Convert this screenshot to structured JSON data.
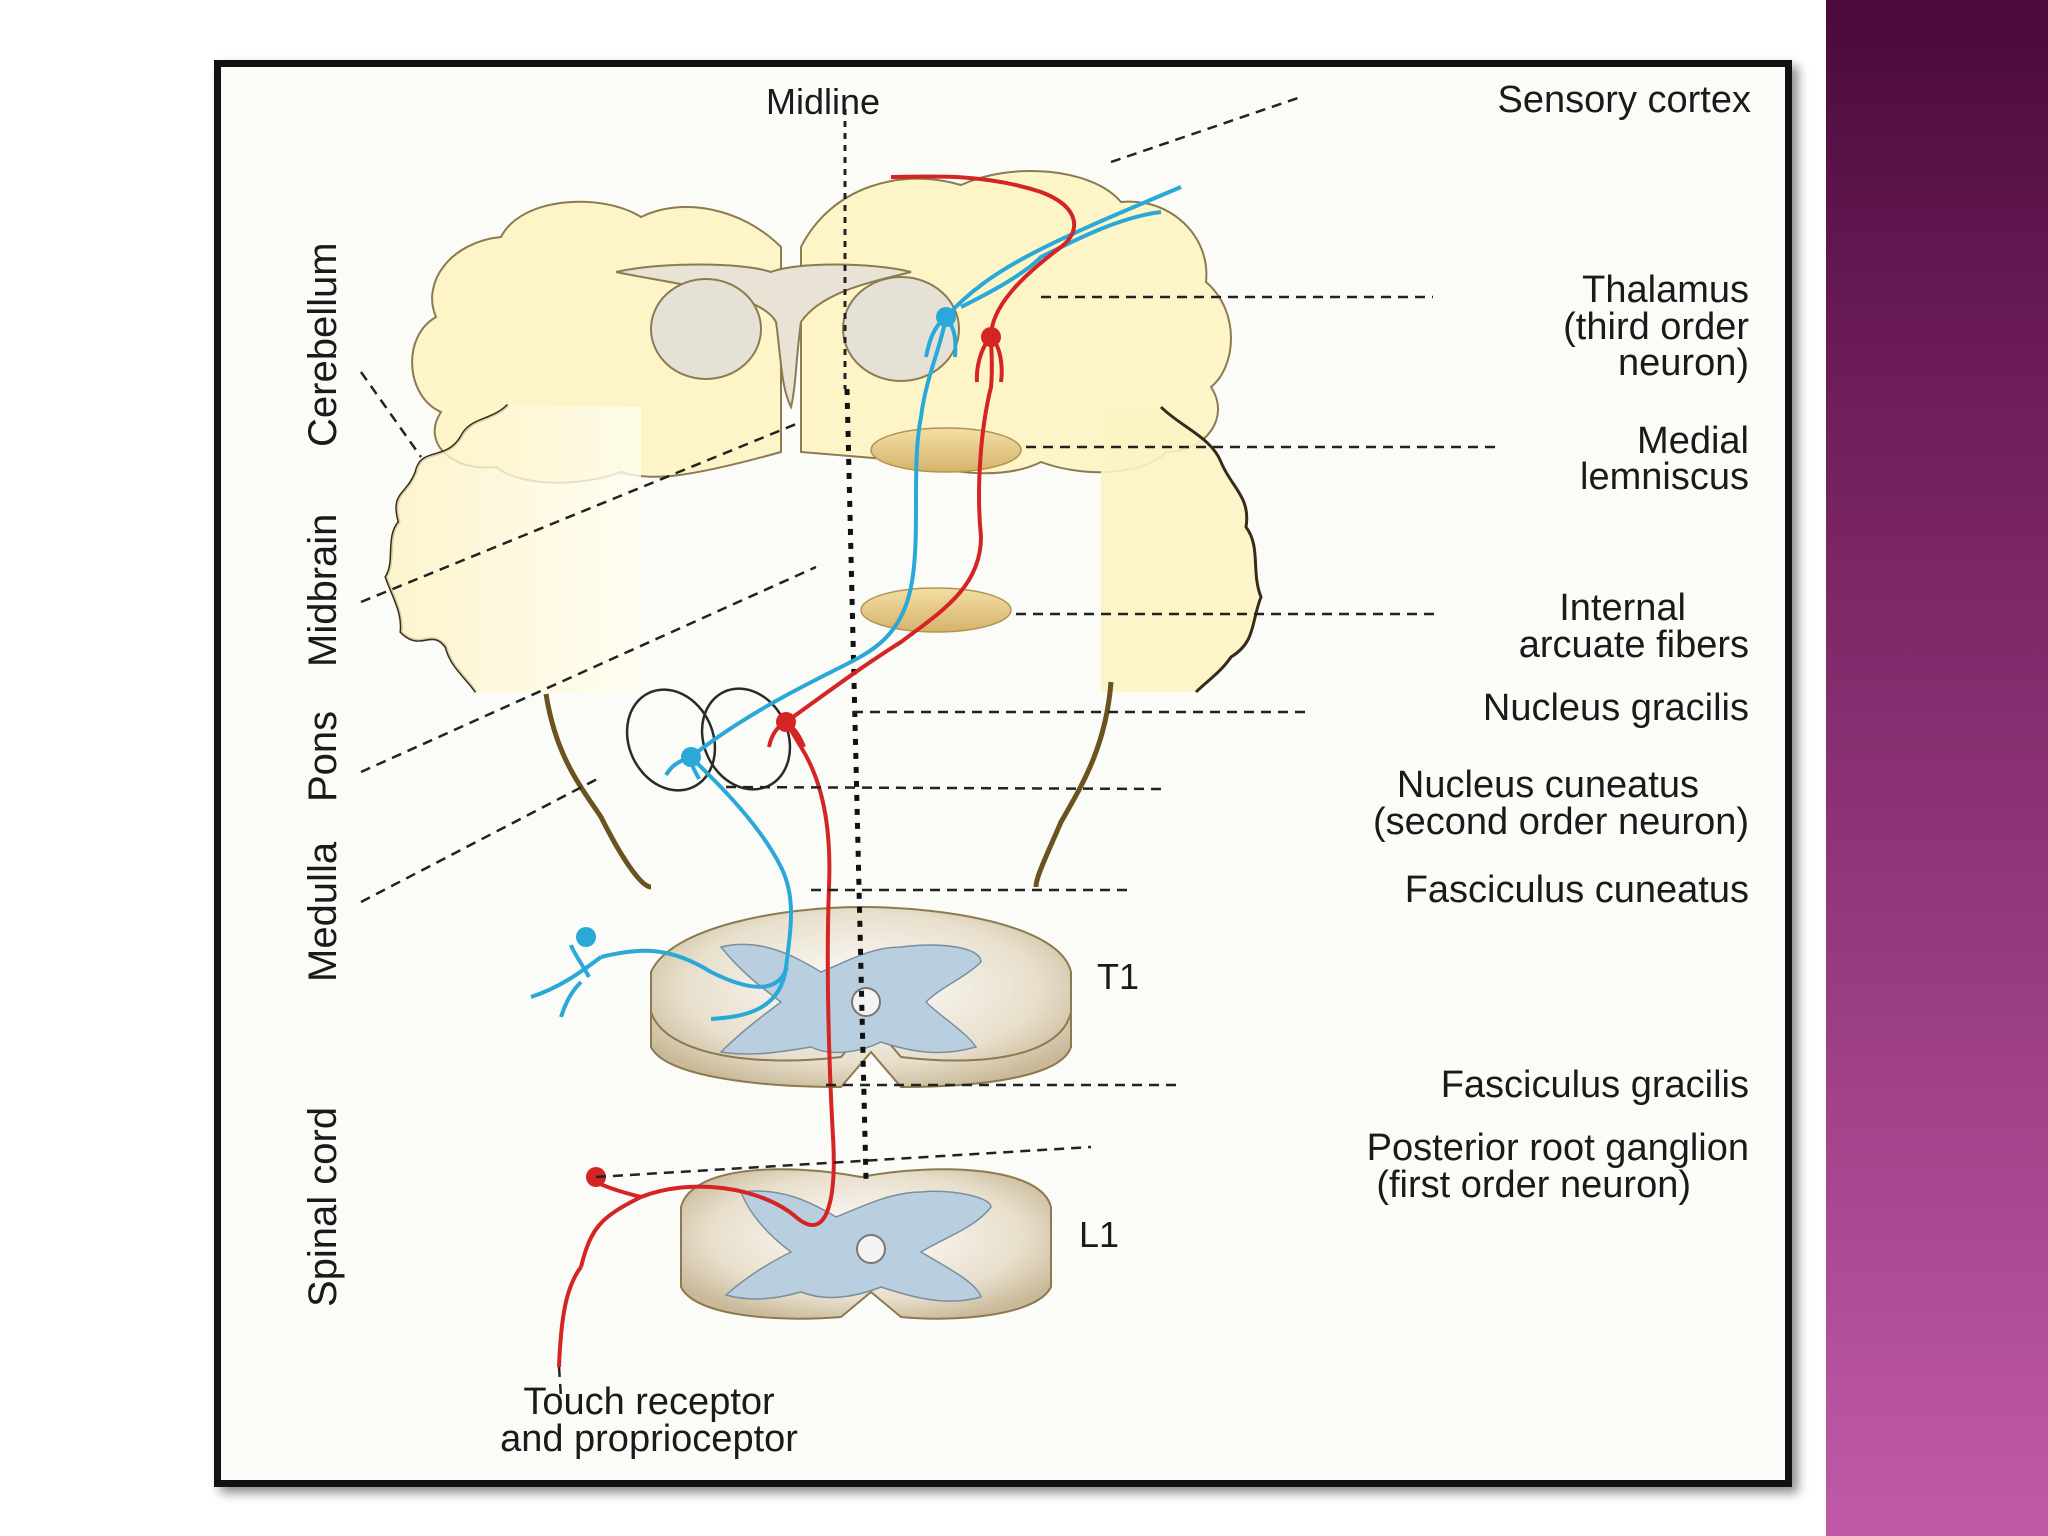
{
  "colors": {
    "side_band": "#8f3477",
    "blue_pathway": "#2aa8d8",
    "red_pathway": "#d42424",
    "brain_fill": "#fdf5c8",
    "cord_fill": "#d6cbb4",
    "grey_matter": "#b9cfe0"
  },
  "labels": {
    "midline": "Midline",
    "sensory_cortex": "Sensory cortex",
    "thalamus_1": "Thalamus",
    "thalamus_2": "(third order",
    "thalamus_3": "neuron)",
    "medial_lemniscus_1": "Medial",
    "medial_lemniscus_2": "lemniscus",
    "internal_arcuate_1": "Internal",
    "internal_arcuate_2": "arcuate fibers",
    "nucleus_gracilis": "Nucleus gracilis",
    "nucleus_cuneatus_1": "Nucleus cuneatus",
    "nucleus_cuneatus_2": "(second order neuron)",
    "fasciculus_cuneatus": "Fasciculus cuneatus",
    "t1": "T1",
    "fasciculus_gracilis": "Fasciculus gracilis",
    "posterior_root_1": "Posterior root ganglion",
    "posterior_root_2": "(first order neuron)",
    "l1": "L1",
    "touch_receptor_1": "Touch receptor",
    "touch_receptor_2": "and proprioceptor"
  },
  "side_labels": {
    "cerebellum": "Cerebellum",
    "midbrain": "Midbrain",
    "pons": "Pons",
    "medulla": "Medulla",
    "spinal_cord": "Spinal cord"
  }
}
